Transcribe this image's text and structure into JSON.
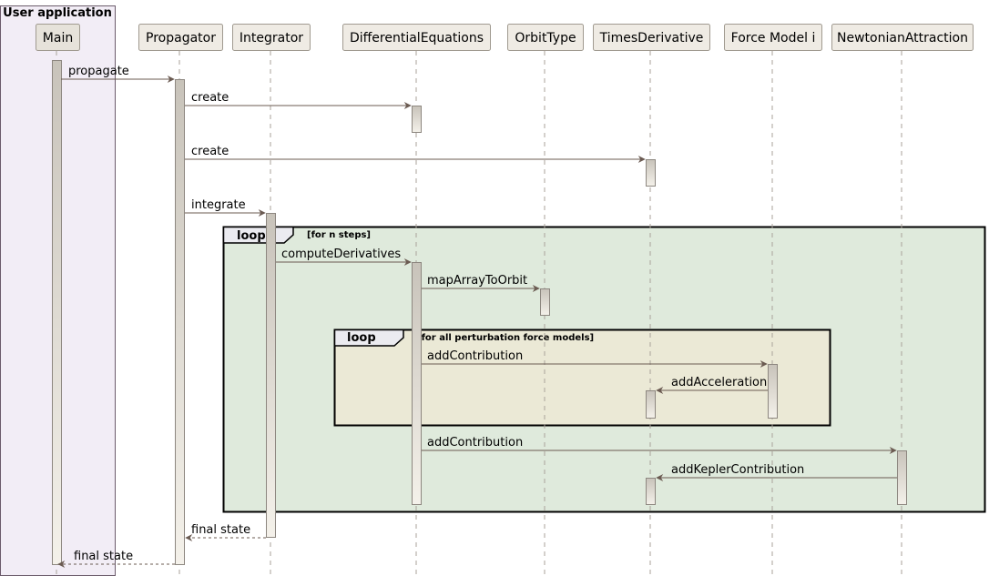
{
  "diagram": {
    "box_title": "User application",
    "participants": [
      {
        "id": "main",
        "label": "Main"
      },
      {
        "id": "propagator",
        "label": "Propagator"
      },
      {
        "id": "integrator",
        "label": "Integrator"
      },
      {
        "id": "diffeq",
        "label": "DifferentialEquations"
      },
      {
        "id": "orbittype",
        "label": "OrbitType"
      },
      {
        "id": "timesderiv",
        "label": "TimesDerivative"
      },
      {
        "id": "forcemodel",
        "label": "Force Model i"
      },
      {
        "id": "newtonian",
        "label": "NewtonianAttraction"
      }
    ],
    "loops": [
      {
        "keyword": "loop",
        "guard": "[for n steps]"
      },
      {
        "keyword": "loop",
        "guard": "[for all perturbation force models]"
      }
    ],
    "messages": [
      {
        "label": "propagate",
        "from": "main",
        "to": "propagator",
        "dashed": false
      },
      {
        "label": "create",
        "from": "propagator",
        "to": "diffeq",
        "dashed": false
      },
      {
        "label": "create",
        "from": "propagator",
        "to": "timesderiv",
        "dashed": false
      },
      {
        "label": "integrate",
        "from": "propagator",
        "to": "integrator",
        "dashed": false
      },
      {
        "label": "computeDerivatives",
        "from": "integrator",
        "to": "diffeq",
        "dashed": false
      },
      {
        "label": "mapArrayToOrbit",
        "from": "diffeq",
        "to": "orbittype",
        "dashed": false
      },
      {
        "label": "addContribution",
        "from": "diffeq",
        "to": "forcemodel",
        "dashed": false
      },
      {
        "label": "addAcceleration",
        "from": "forcemodel",
        "to": "timesderiv",
        "dashed": false
      },
      {
        "label": "addContribution",
        "from": "diffeq",
        "to": "newtonian",
        "dashed": false
      },
      {
        "label": "addKeplerContribution",
        "from": "newtonian",
        "to": "timesderiv",
        "dashed": false
      },
      {
        "label": "final state",
        "from": "integrator",
        "to": "propagator",
        "dashed": true
      },
      {
        "label": "final state",
        "from": "propagator",
        "to": "main",
        "dashed": true
      }
    ]
  }
}
